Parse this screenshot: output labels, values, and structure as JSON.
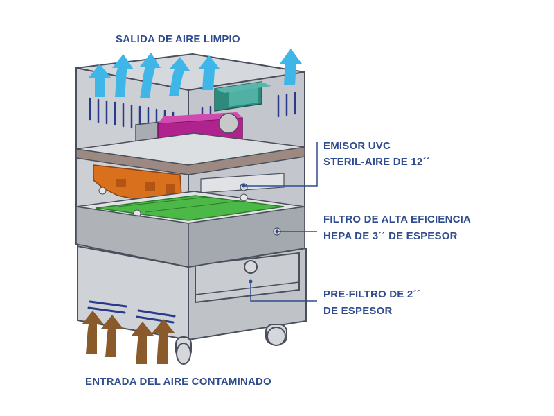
{
  "labels": {
    "outlet": "SALIDA DE AIRE LIMPIO",
    "uvc_line1": "EMISOR UVC",
    "uvc_line2": "STERIL-AIRE DE 12´´",
    "hepa_line1": "FILTRO DE ALTA EFICIENCIA",
    "hepa_line2": "HEPA DE 3´´ DE ESPESOR",
    "prefilter_line1": "PRE-FILTRO DE 2´´",
    "prefilter_line2": "DE ESPESOR",
    "inlet": "ENTRADA DEL AIRE CONTAMINADO"
  },
  "colors": {
    "label_text": "#2f4c8f",
    "leader_line": "#2f4c8f",
    "clean_air_arrow": "#3fb6e8",
    "dirty_air_arrow": "#8b5a2b",
    "housing": "#c9ccd1",
    "housing_outline": "#4a4f5c",
    "uvc_emitter": "#b0238f",
    "uvc_mount": "#2e8a7d",
    "hepa_filter": "#4cb848",
    "mechanism": "#d9701e",
    "shelf": "#9c8a82"
  },
  "icons": {
    "clean_air": "upward-arrow-icon",
    "dirty_air": "upward-arrow-icon"
  }
}
